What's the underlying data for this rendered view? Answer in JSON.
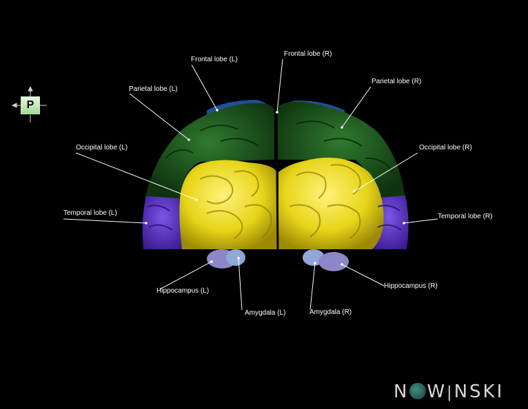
{
  "orientation": {
    "letter": "P"
  },
  "labels": {
    "frontal_l": "Frontal lobe (L)",
    "frontal_r": "Frontal lobe (R)",
    "parietal_l": "Parietal lobe (L)",
    "parietal_r": "Parietal lobe (R)",
    "occipital_l": "Occipital lobe (L)",
    "occipital_r": "Occipital lobe (R)",
    "temporal_l": "Temporal lobe (L)",
    "temporal_r": "Temporal lobe (R)",
    "hippocampus_l": "Hippocampus (L)",
    "hippocampus_r": "Hippocampus (R)",
    "amygdala_l": "Amygdala (L)",
    "amygdala_r": "Amygdala (R)"
  },
  "logo": {
    "before": "N",
    "after": "W",
    "rest": "NSKI"
  },
  "colors": {
    "frontal": "#1f4f9a",
    "parietal": "#174d17",
    "occipital": "#e8d51a",
    "temporal": "#5a2fc2",
    "hippocampus": "#8d86c9",
    "amygdala": "#8fa8d8"
  }
}
